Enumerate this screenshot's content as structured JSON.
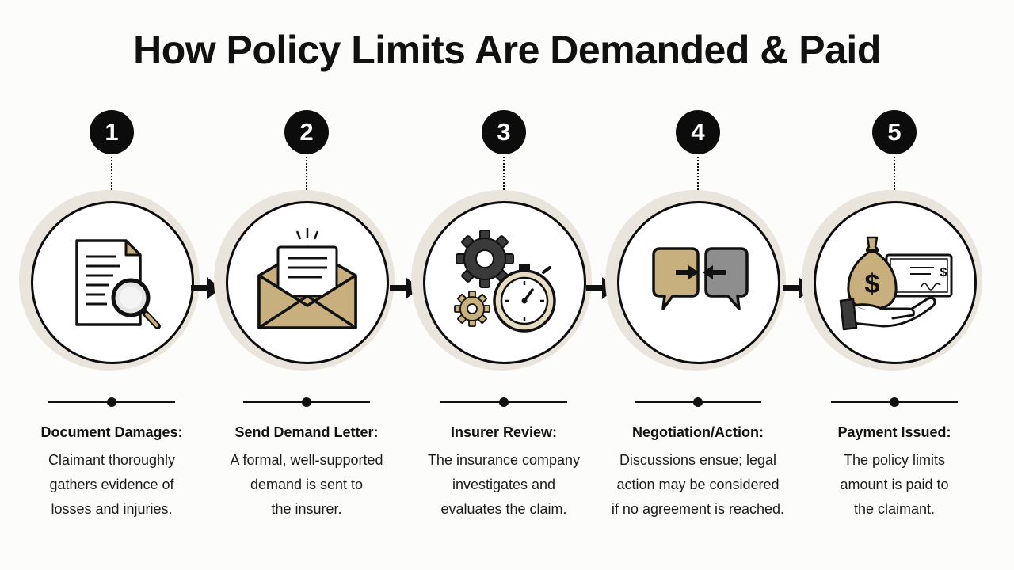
{
  "title": "How Policy Limits Are Demanded & Paid",
  "steps": [
    {
      "number": "1",
      "heading": "Document Damages:",
      "lines": [
        "Claimant thoroughly",
        "gathers evidence of",
        "losses and injuries."
      ],
      "icon": "document-magnifier-icon"
    },
    {
      "number": "2",
      "heading": "Send Demand Letter:",
      "lines": [
        "A formal, well-supported",
        "demand is sent to",
        "the insurer."
      ],
      "icon": "envelope-letter-icon"
    },
    {
      "number": "3",
      "heading": "Insurer Review:",
      "lines": [
        "The insurance company",
        "investigates and",
        "evaluates the claim."
      ],
      "icon": "gears-stopwatch-icon"
    },
    {
      "number": "4",
      "heading": "Negotiation/Action:",
      "lines": [
        "Discussions ensue; legal",
        "action may be considered",
        "if no agreement is reached."
      ],
      "icon": "speech-bubbles-icon"
    },
    {
      "number": "5",
      "heading": "Payment Issued:",
      "lines": [
        "The policy limits",
        "amount is paid to",
        "the claimant."
      ],
      "icon": "money-bag-check-hand-icon"
    }
  ],
  "check_symbol": "$",
  "bag_symbol": "$",
  "colors": {
    "accent_tan": "#c8b07e",
    "accent_gray": "#8e8e8e",
    "arc_beige": "#e9e5dc",
    "ink": "#0c0c0c"
  }
}
